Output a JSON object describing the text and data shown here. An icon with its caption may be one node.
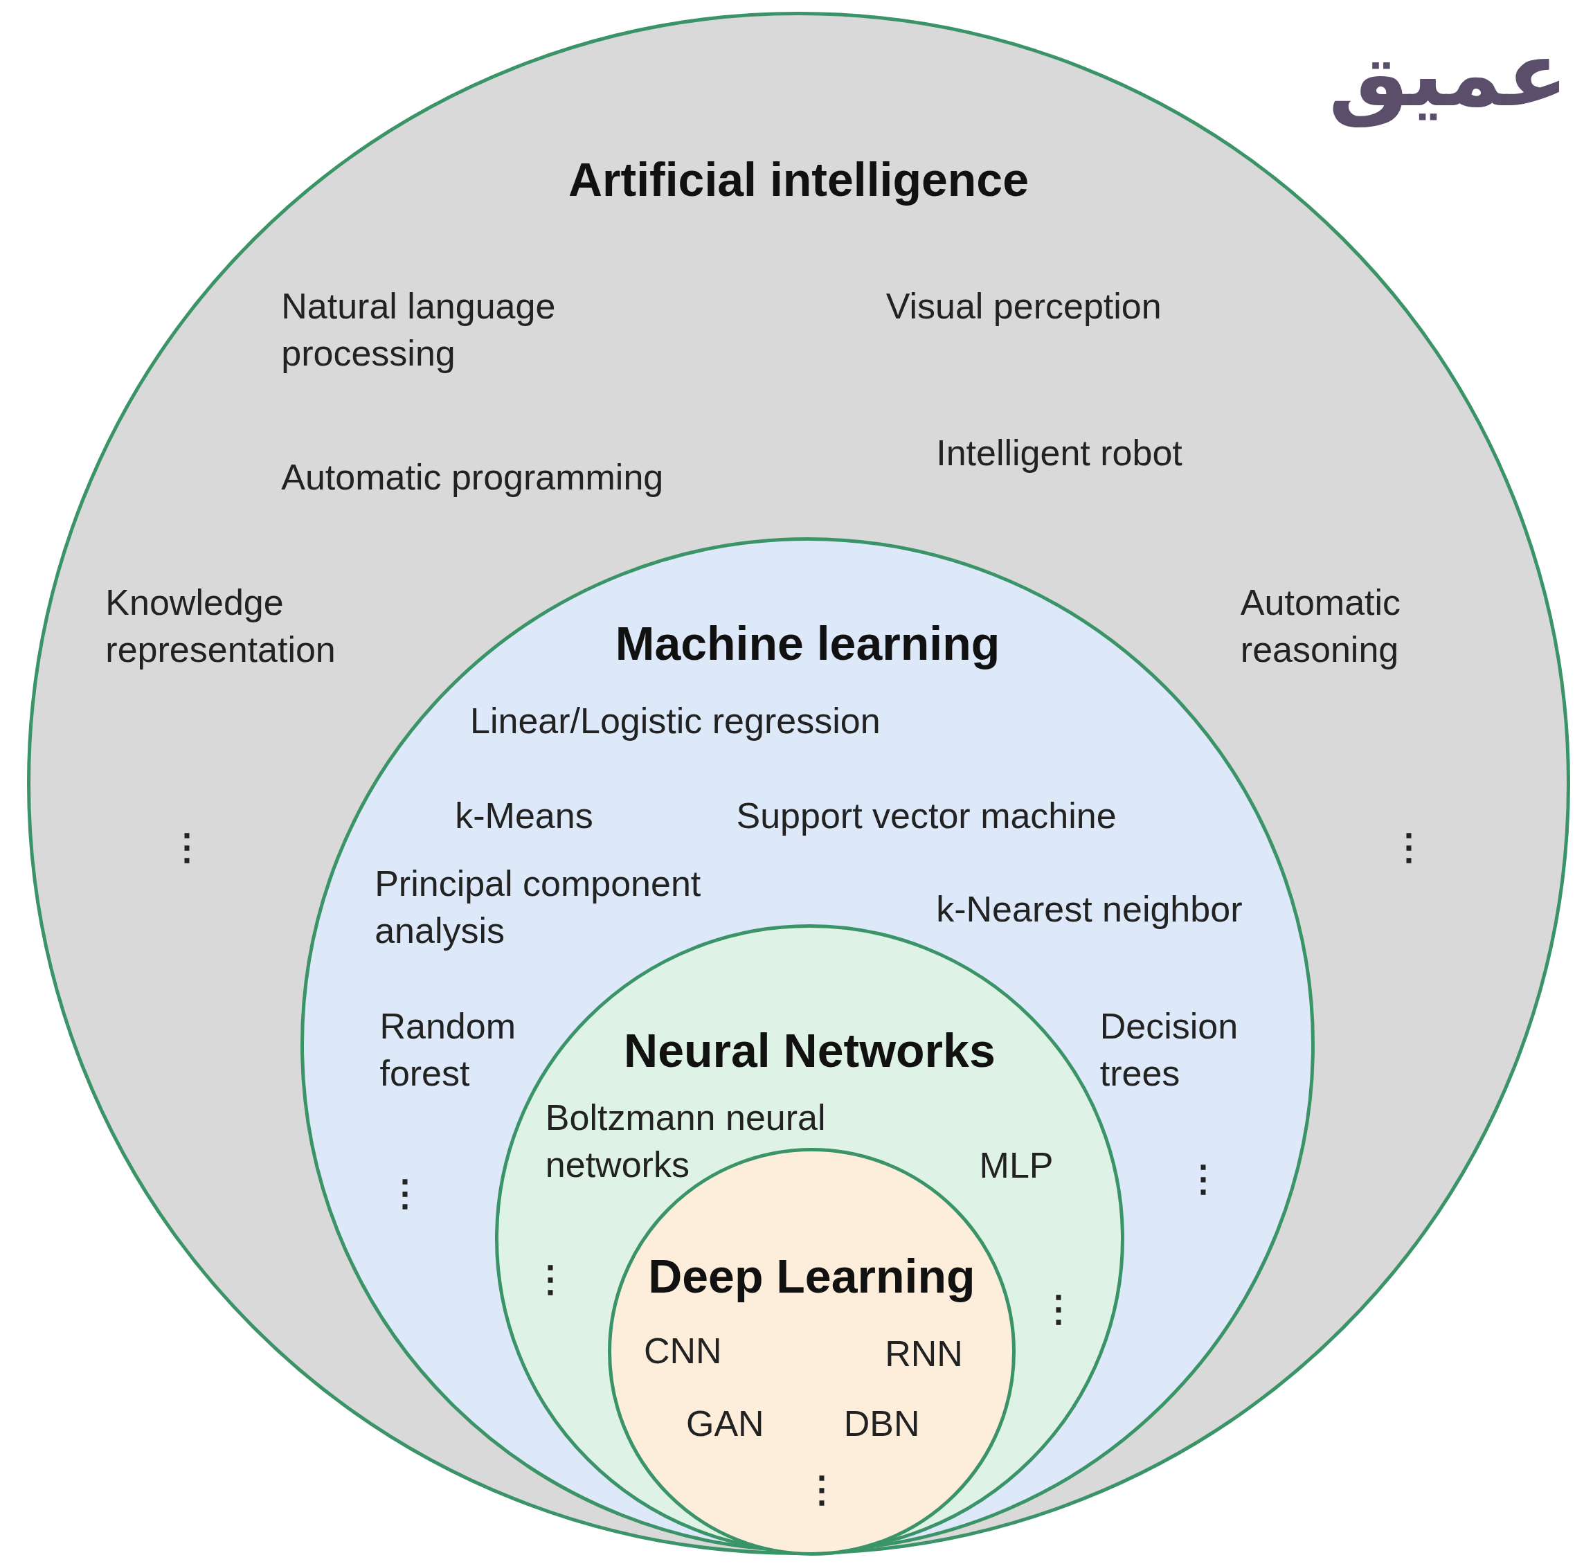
{
  "diagram": {
    "nodes": [
      {
        "text": [
          "Artificial intelligence"
        ]
      },
      {
        "text": [
          "Machine learning"
        ],
        "in": 0
      },
      {
        "text": [
          "Neural Networks"
        ],
        "in": 1
      },
      {
        "text": [
          "Deep Learning"
        ],
        "in": 2
      }
    ],
    "labels": [
      "عميق",
      "Natural language processing",
      "Visual perception",
      "Intelligent robot",
      "Automatic programming",
      "Knowledge representation",
      "Automatic reasoning",
      "Linear/Logistic regression",
      "k-Means",
      "Support vector machine",
      "⋮",
      "⋮",
      "Principal component analysis",
      "k-Nearest neighbor",
      "Random forest",
      "Decision trees",
      "Boltzmann neural networks",
      "MLP",
      "⋮",
      "⋮",
      "⋮",
      "⋮",
      "CNN",
      "RNN",
      "GAN",
      "DBN",
      "⋮"
    ]
  }
}
